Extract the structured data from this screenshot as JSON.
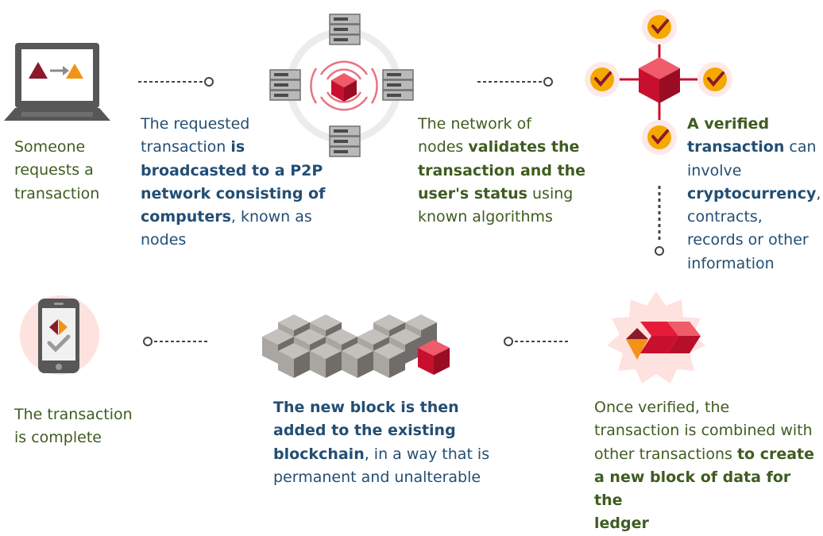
{
  "colors": {
    "green_text": "#3f5c20",
    "blue_text": "#234e74",
    "red": "#c8102e",
    "orange": "#f29318",
    "gray_dark": "#575757",
    "gray_light": "#c9c7c3"
  },
  "step1": {
    "icon": "laptop-icon",
    "lines": [
      "Someone",
      "requests a",
      "transaction"
    ]
  },
  "step2": {
    "icon": "server-network-icon",
    "l1": "The requested",
    "l2a": "transaction ",
    "l2b": "is",
    "l3": "broadcasted to a P2P",
    "l4": "network consisting of",
    "l5a": "computers",
    "l5b": ", known as",
    "l6": "nodes"
  },
  "step3": {
    "l1": "The network of",
    "l2a": "nodes ",
    "l2b": "validates the",
    "l3": "transaction and the",
    "l4a": "user's status",
    "l4b": " using",
    "l5": "known algorithms"
  },
  "step4": {
    "icon": "verified-checks-icon",
    "l1": "A verified",
    "l2a": "transaction",
    "l2b": " can",
    "l3": "involve",
    "l4a": "cryptocurrency",
    "l4b": ",",
    "l5": "contracts,",
    "l6": "records or other",
    "l7": "information"
  },
  "step5": {
    "icon": "block-logo-icon",
    "l1": "Once verified, the",
    "l2": "transaction is combined with",
    "l3a": "other transactions ",
    "l3b": "to create",
    "l4": "a new block of data for the",
    "l5": "ledger"
  },
  "step6": {
    "icon": "blockchain-cubes-icon",
    "l1": "The new block is then",
    "l2": "added to the existing",
    "l3a": "blockchain",
    "l3b": ", in a way that is",
    "l4": "permanent and unalterable"
  },
  "step7": {
    "icon": "smartphone-check-icon",
    "lines": [
      "The transaction",
      "is complete"
    ]
  }
}
